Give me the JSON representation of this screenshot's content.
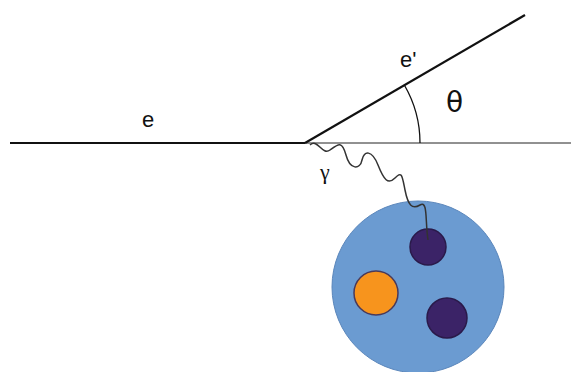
{
  "diagram": {
    "labels": [
      "e",
      "e'",
      "θ",
      "γ"
    ]
  }
}
